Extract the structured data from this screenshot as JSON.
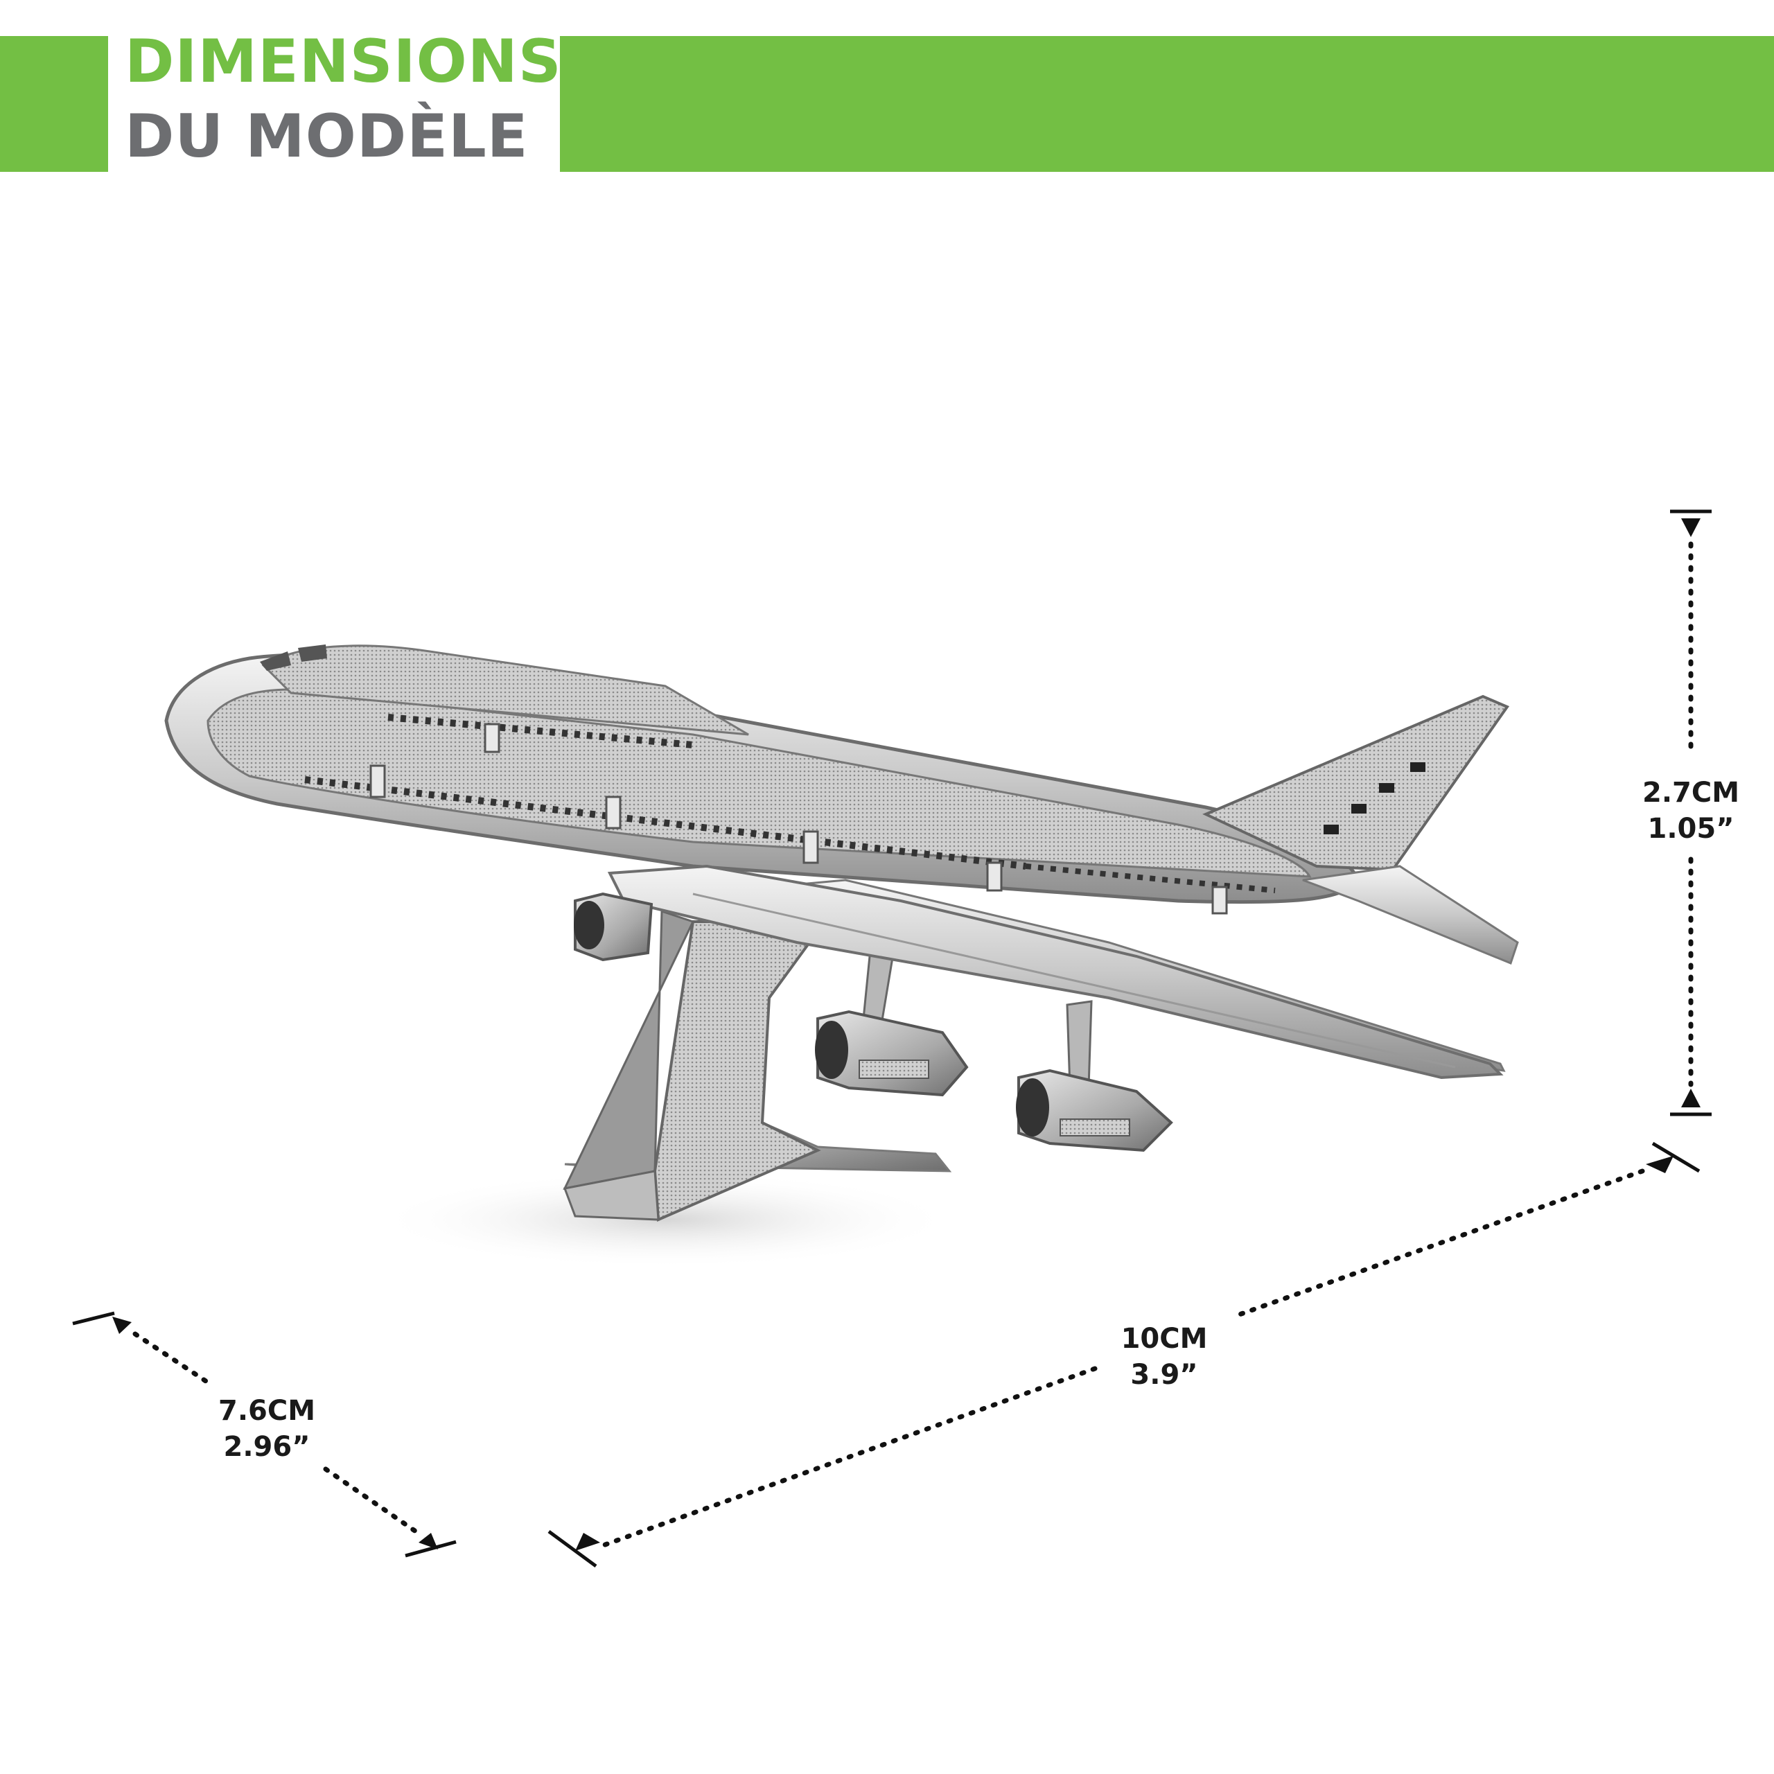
{
  "header": {
    "title_line1": "DIMENSIONS",
    "title_line2": "DU MODÈLE",
    "colors": {
      "accent_green": "#73bf44",
      "title_grey": "#6d6e71"
    }
  },
  "product": {
    "image_subject": "metal-airliner-model-icon"
  },
  "dimensions": {
    "height": {
      "metric": "2.7CM",
      "imperial": "1.05”"
    },
    "length": {
      "metric": "10CM",
      "imperial": "3.9”"
    },
    "depth": {
      "metric": "7.6CM",
      "imperial": "2.96”"
    }
  }
}
